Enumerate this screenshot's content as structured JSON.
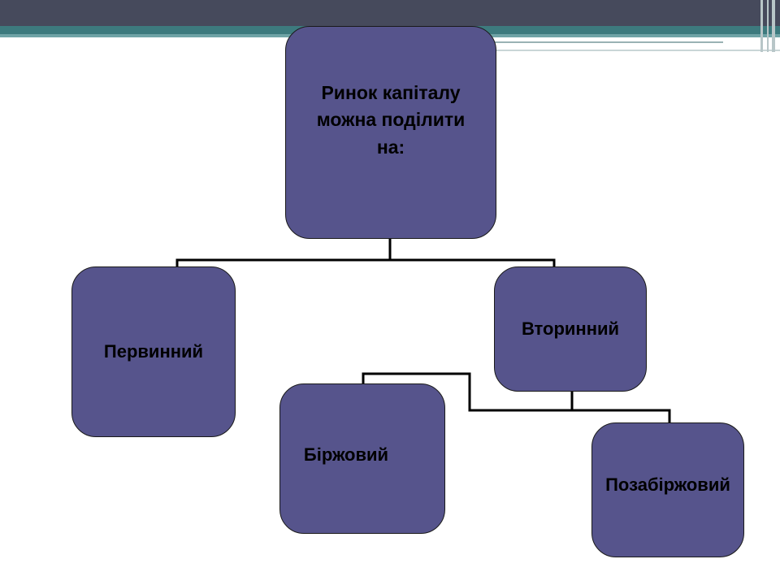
{
  "diagram": {
    "root": {
      "line1": "Ринок капіталу",
      "line2": "можна поділити",
      "line3": "на:"
    },
    "primary": {
      "label": "Первинний"
    },
    "secondary": {
      "label": "Вторинний"
    },
    "exchange": {
      "label": "Біржовий"
    },
    "otc": {
      "label": "Позабіржовий"
    }
  },
  "colors": {
    "node_fill": "#56548c",
    "header_bar": "#464a5c",
    "accent_teal": "#3d7a7e"
  }
}
